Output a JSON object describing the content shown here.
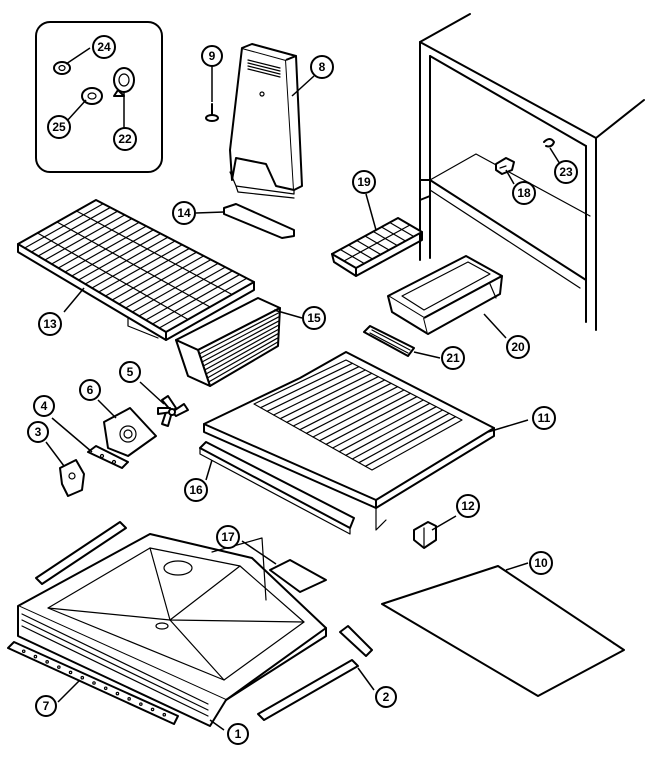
{
  "diagram": {
    "callouts": {
      "c1": "1",
      "c2": "2",
      "c3": "3",
      "c4": "4",
      "c5": "5",
      "c6": "6",
      "c7": "7",
      "c8": "8",
      "c9": "9",
      "c10": "10",
      "c11": "11",
      "c12": "12",
      "c13": "13",
      "c14": "14",
      "c15": "15",
      "c16": "16",
      "c17": "17",
      "c18": "18",
      "c19": "19",
      "c20": "20",
      "c21": "21",
      "c22": "22",
      "c23": "23",
      "c24": "24",
      "c25": "25"
    }
  }
}
